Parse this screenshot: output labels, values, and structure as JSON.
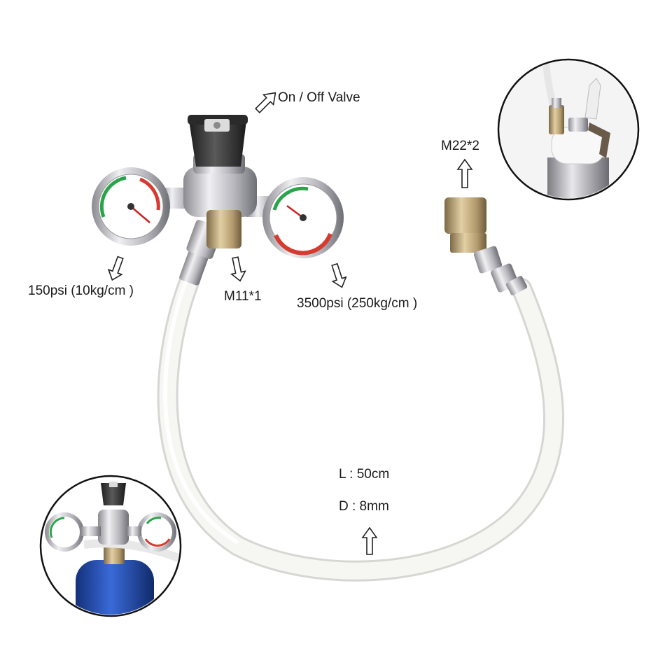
{
  "labels": {
    "on_off_valve": "On / Off Valve",
    "m22": "M22*2",
    "low_gauge": "150psi (10kg/cm )",
    "m11": "M11*1",
    "high_gauge": "3500psi (250kg/cm )",
    "length": "L : 50cm",
    "diameter": "D : 8mm"
  },
  "colors": {
    "background": "#ffffff",
    "hose": "#f2f2f0",
    "chrome": "#c8c8cc",
    "brass": "#b9a27a",
    "knob": "#3a3a3a",
    "gauge_green": "#2aa44a",
    "gauge_red": "#d63b30",
    "cylinder_blue": "#1f4fb0"
  }
}
